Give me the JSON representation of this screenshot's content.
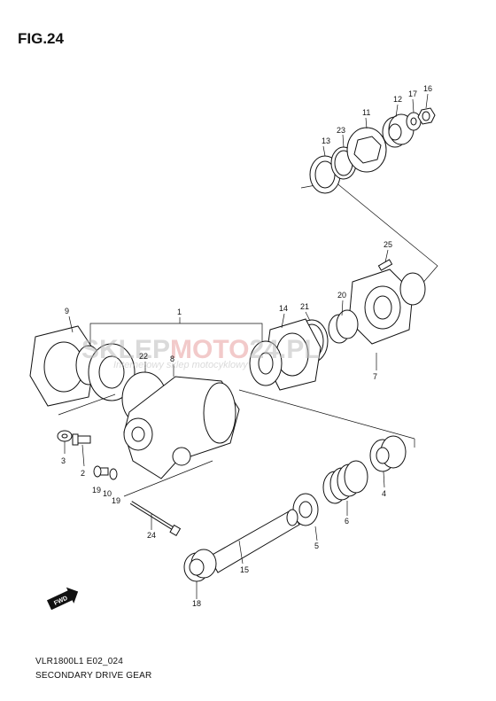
{
  "figure": {
    "title": "FIG.24",
    "model_code": "VLR1800L1 E02_024",
    "caption": "SECONDARY DRIVE GEAR"
  },
  "watermark": {
    "brand_part1": "SKLEP",
    "brand_part2": "MOTO",
    "brand_part3": "24.PL",
    "tagline": "Internetowy sklep motocyklowy",
    "color_main": "#bdbdbd",
    "color_accent": "#e8a0a0"
  },
  "direction_badge": "FWD",
  "callouts": {
    "c1": "1",
    "c2": "2",
    "c3": "3",
    "c4": "4",
    "c5": "5",
    "c6": "6",
    "c7": "7",
    "c8": "8",
    "c9": "9",
    "c10": "10",
    "c11": "11",
    "c12": "12",
    "c13": "13",
    "c14": "14",
    "c15": "15",
    "c16": "16",
    "c17": "17",
    "c18": "18",
    "c19a": "19",
    "c19b": "19",
    "c20": "20",
    "c21": "21",
    "c22": "22",
    "c23": "23",
    "c24": "24",
    "c25": "25"
  }
}
